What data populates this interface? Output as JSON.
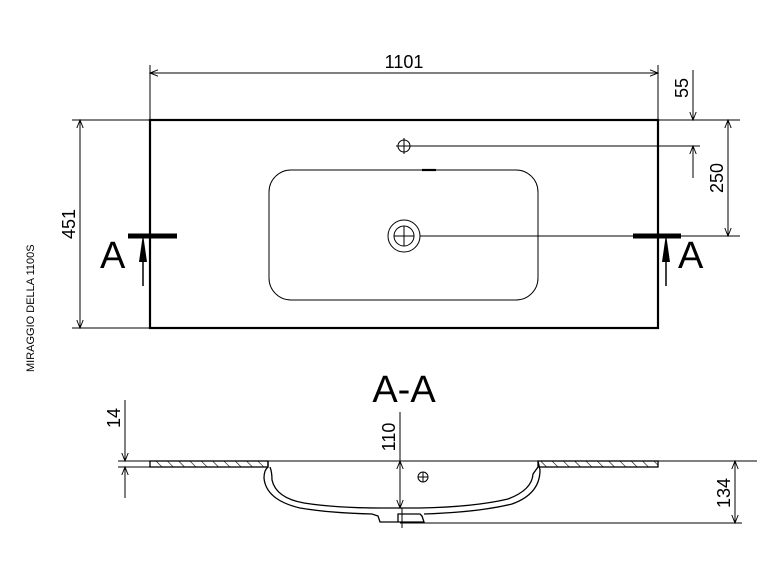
{
  "drawing": {
    "model_label": "MIRAGGIO DELLA 1100S",
    "section_title": "A-A",
    "section_marker": "A",
    "top_view_dimensions": {
      "width": "1101",
      "depth": "451",
      "tap_offset": "55",
      "drain_offset": "250"
    },
    "section_dimensions": {
      "slab_thickness": "14",
      "bowl_depth": "110",
      "total_height": "134"
    }
  }
}
